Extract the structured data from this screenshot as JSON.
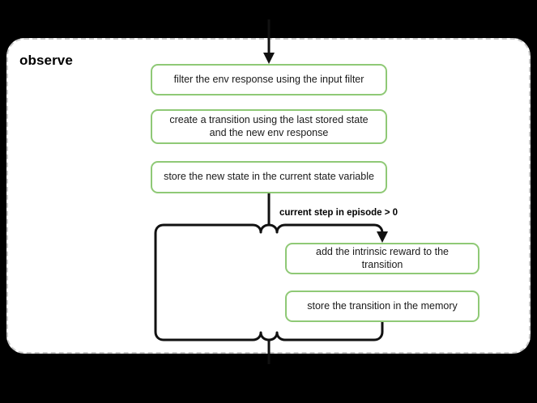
{
  "scope": {
    "title": "observe",
    "border_color": "#c9c9c9",
    "background": "#ffffff"
  },
  "page": {
    "background": "#000000",
    "node_border_color": "#8fc976",
    "edge_color": "#111111"
  },
  "nodes": [
    {
      "id": "filter-env-response",
      "label": "filter the env response using the input filter"
    },
    {
      "id": "create-transition",
      "label": "create a transition using the last stored state and the new env response"
    },
    {
      "id": "store-new-state",
      "label": "store the new state in the current state variable"
    },
    {
      "id": "add-intrinsic-reward",
      "label": "add the intrinsic reward to the transition"
    },
    {
      "id": "store-transition",
      "label": "store the transition in the memory"
    }
  ],
  "edges": [
    {
      "id": "entry",
      "label": ""
    },
    {
      "id": "branch",
      "label": "current step in episode > 0"
    },
    {
      "id": "merge",
      "label": ""
    }
  ],
  "labels": {
    "condition": "current step in episode > 0"
  }
}
